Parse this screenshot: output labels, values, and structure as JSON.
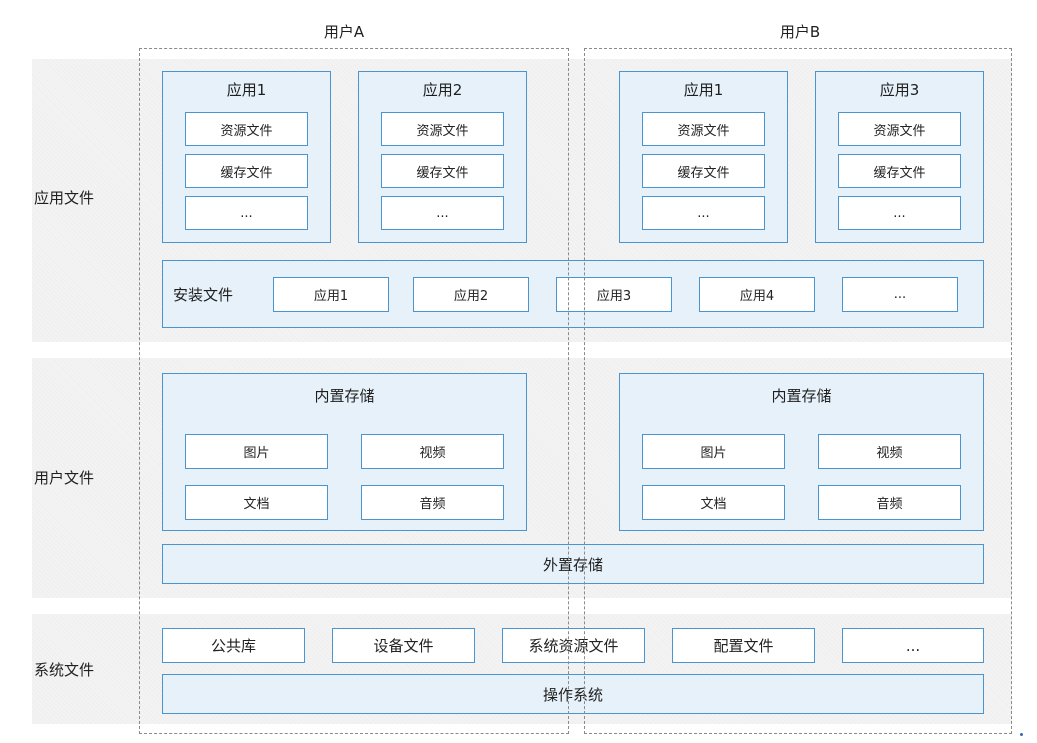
{
  "users": {
    "a": "用户A",
    "b": "用户B"
  },
  "layers": {
    "app_files": "应用文件",
    "user_files": "用户文件",
    "system_files": "系统文件"
  },
  "app_layer": {
    "user_a_apps": [
      {
        "title": "应用1",
        "items": [
          "资源文件",
          "缓存文件",
          "..."
        ]
      },
      {
        "title": "应用2",
        "items": [
          "资源文件",
          "缓存文件",
          "..."
        ]
      }
    ],
    "user_b_apps": [
      {
        "title": "应用1",
        "items": [
          "资源文件",
          "缓存文件",
          "..."
        ]
      },
      {
        "title": "应用3",
        "items": [
          "资源文件",
          "缓存文件",
          "..."
        ]
      }
    ],
    "install": {
      "label": "安装文件",
      "items": [
        "应用1",
        "应用2",
        "应用3",
        "应用4",
        "..."
      ]
    }
  },
  "user_layer": {
    "user_a_internal": {
      "title": "内置存储",
      "items": [
        "图片",
        "视频",
        "文档",
        "音频"
      ]
    },
    "user_b_internal": {
      "title": "内置存储",
      "items": [
        "图片",
        "视频",
        "文档",
        "音频"
      ]
    },
    "external": "外置存储"
  },
  "system_layer": {
    "items": [
      "公共库",
      "设备文件",
      "系统资源文件",
      "配置文件",
      "..."
    ],
    "os": "操作系统"
  },
  "colors": {
    "panel_fill": "#e6f1fa",
    "panel_border": "#4a94cf",
    "band_fill": "#f3f3f3",
    "dashed_border": "#8a8a8a"
  }
}
